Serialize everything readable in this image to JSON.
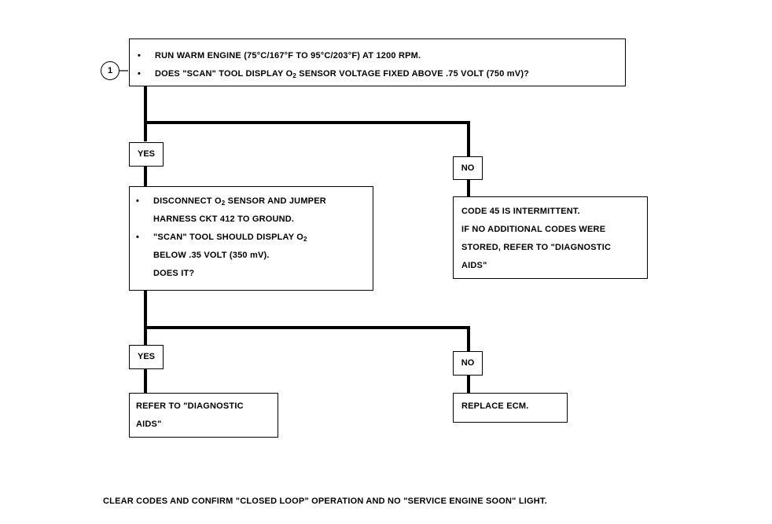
{
  "step": {
    "number": "1"
  },
  "step1": {
    "bullet": "•",
    "line1": "RUN WARM ENGINE  (75°C/167°F TO 95°C/203°F) AT 1200 RPM.",
    "line2_pre": "DOES \"SCAN\" TOOL DISPLAY O",
    "line2_sub": "2",
    "line2_post": " SENSOR  VOLTAGE  FIXED ABOVE .75 VOLT  (750 mV)?"
  },
  "branch1": {
    "yes_label": "YES",
    "no_label": "NO",
    "yes_box": {
      "line1_pre": "DISCONNECT O",
      "line1_sub": "2",
      "line1_post": " SENSOR AND JUMPER",
      "line2": "HARNESS CKT 412 TO GROUND.",
      "line3_pre": "\"SCAN\" TOOL SHOULD DISPLAY O",
      "line3_sub": "2",
      "line4": "BELOW .35 VOLT  (350 mV).",
      "line5": "DOES IT?"
    },
    "no_box": {
      "line1": "CODE 45 IS INTERMITTENT.",
      "line2": "IF NO ADDITIONAL CODES WERE",
      "line3": "STORED, REFER TO  \"DIAGNOSTIC",
      "line4": "AIDS\""
    }
  },
  "branch2": {
    "yes_label": "YES",
    "no_label": "NO",
    "yes_box": {
      "line1": "REFER TO  \"DIAGNOSTIC",
      "line2": "AIDS\""
    },
    "no_box": {
      "line1": "REPLACE ECM."
    }
  },
  "footer": "CLEAR CODES AND CONFIRM \"CLOSED LOOP\"  OPERATION AND NO \"SERVICE ENGINE SOON\" LIGHT."
}
